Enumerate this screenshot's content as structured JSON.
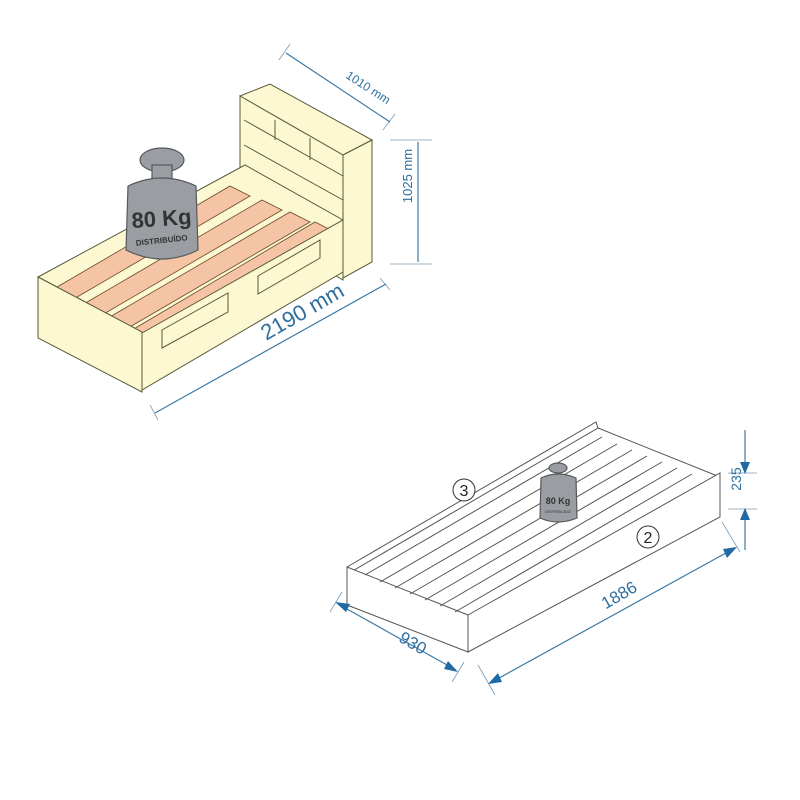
{
  "bed": {
    "weight_label": "80 Kg",
    "weight_sub": "DISTRIBUÍDO",
    "dimensions": {
      "depth": "1010 mm",
      "height": "1025 mm",
      "length": "2190 mm"
    }
  },
  "trundle": {
    "weight_label": "80 Kg",
    "weight_sub": "DISTRIBUÍDO",
    "dimensions": {
      "width": "930",
      "length": "1886",
      "height": "235"
    },
    "callouts": [
      "3",
      "2"
    ]
  },
  "colors": {
    "dimension": "#2e6f9e",
    "bed": "#fbf8d2",
    "slat": "#f4c4a4",
    "weight": "#9a9ea3"
  }
}
